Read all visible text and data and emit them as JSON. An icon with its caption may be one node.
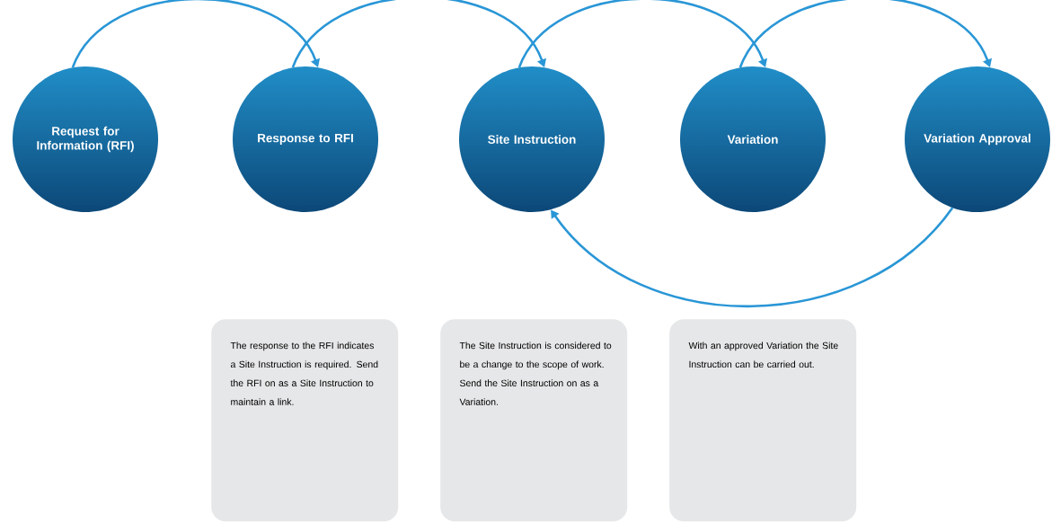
{
  "diagram": {
    "nodes": [
      {
        "text": [
          "Request for Information (RFI)"
        ]
      },
      {
        "text": [
          "Response to RFI"
        ]
      },
      {
        "text": [
          "Site Instruction"
        ]
      },
      {
        "text": [
          "Variation"
        ]
      },
      {
        "text": [
          "Variation Approval"
        ]
      },
      {
        "text": [
          "The response to the RFI indicates a Site Instruction is required. Send the RFI on as a Site Instruction to maintain a link."
        ]
      },
      {
        "text": [
          "The Site Instruction is considered to be a change to the scope of work. Send the Site Instruction on as a Variation."
        ]
      },
      {
        "text": [
          "With an approved Variation the Site Instruction can be carried out."
        ]
      }
    ],
    "edges": [
      {
        "from": 0,
        "to": 1,
        "arrow": "to"
      },
      {
        "from": 1,
        "to": 2,
        "arrow": "to"
      },
      {
        "from": 2,
        "to": 3,
        "arrow": "to"
      },
      {
        "from": 3,
        "to": 4,
        "arrow": "to"
      },
      {
        "from": 4,
        "to": 2,
        "arrow": "to"
      }
    ]
  }
}
